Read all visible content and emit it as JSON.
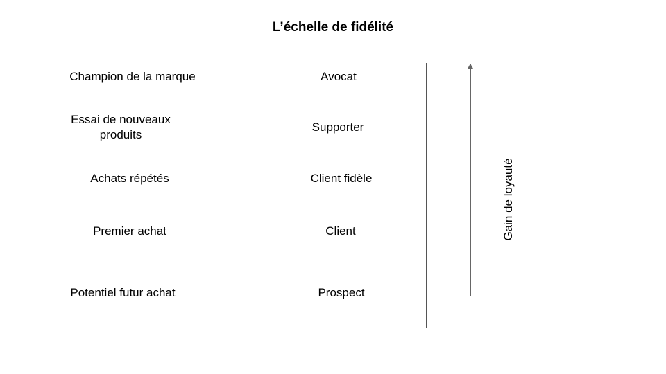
{
  "title": "L’échelle de fidélité",
  "rows": [
    {
      "behavior": "Champion de la marque",
      "stage": "Avocat"
    },
    {
      "behavior": "Essai de nouveaux\nproduits",
      "stage": "Supporter"
    },
    {
      "behavior": "Achats répétés",
      "stage": "Client fidèle"
    },
    {
      "behavior": "Premier achat",
      "stage": "Client"
    },
    {
      "behavior": "Potentiel futur achat",
      "stage": "Prospect"
    }
  ],
  "axis_label": "Gain de loyauté"
}
